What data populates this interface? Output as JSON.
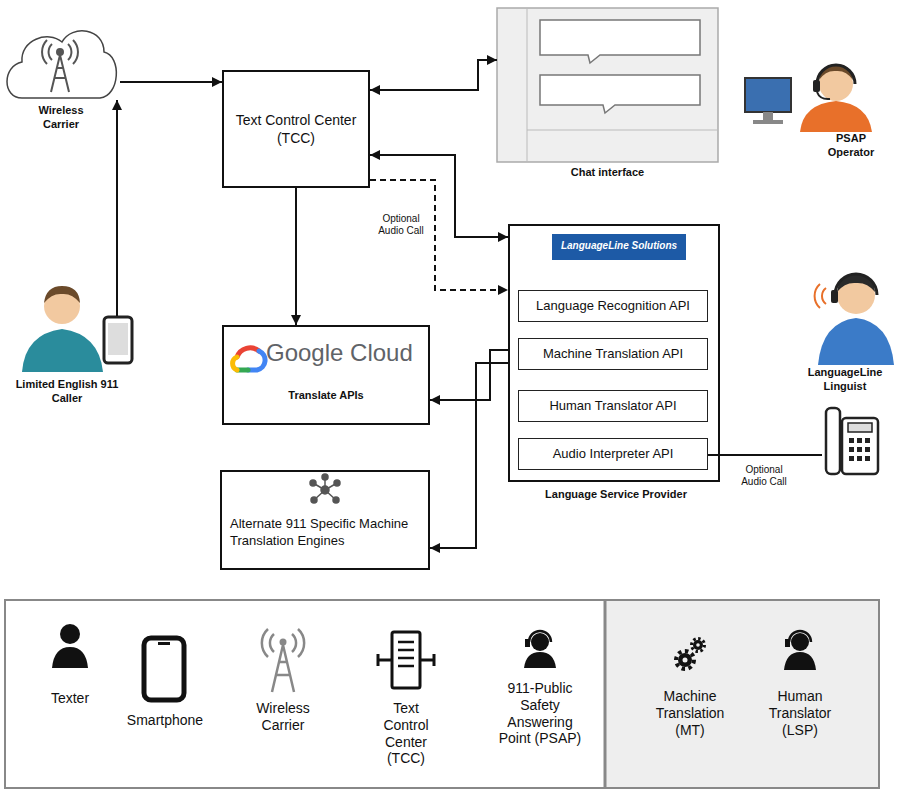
{
  "diagram": {
    "nodes": [
      {
        "text": [
          "Wireless Carrier"
        ]
      },
      {
        "text": [
          "Text Control Center (TCC)"
        ]
      },
      {
        "text": [
          "Chat interface"
        ]
      },
      {
        "text": [
          "PSAP Operator"
        ]
      },
      {
        "text": [
          "LanguageLine Solutions",
          "Language Service Provider"
        ]
      },
      {
        "text": [
          "Language Recognition API"
        ],
        "in": 4
      },
      {
        "text": [
          "Machine Translation API"
        ],
        "in": 4
      },
      {
        "text": [
          "Human Translator API"
        ],
        "in": 4
      },
      {
        "text": [
          "Audio Interpreter API"
        ],
        "in": 4
      },
      {
        "text": [
          "Limited English 911 Caller"
        ]
      },
      {
        "text": [
          "Google Cloud",
          "Translate APIs"
        ]
      },
      {
        "text": [
          "LanguageLine Linguist"
        ]
      },
      {
        "text": [
          "Alternate 911 Specific Machine Translation Engines"
        ]
      }
    ],
    "edges": [
      {
        "from": 9,
        "to": 0,
        "arrow": "to"
      },
      {
        "from": 0,
        "to": 1,
        "arrow": "to"
      },
      {
        "from": 1,
        "to": 2,
        "arrow": "both"
      },
      {
        "from": 1,
        "to": 4,
        "arrow": "both"
      },
      {
        "from": 1,
        "to": 4,
        "arrow": "to",
        "label": "Optional Audio Call"
      },
      {
        "from": 1,
        "to": 10,
        "arrow": "to"
      },
      {
        "from": 4,
        "to": 10,
        "arrow": "to"
      },
      {
        "from": 4,
        "to": 12,
        "arrow": "to"
      },
      {
        "from": 8,
        "to": 11,
        "arrow": "none",
        "label": "Optional Audio Call"
      }
    ],
    "legend": [
      {
        "text": "Texter"
      },
      {
        "text": "Smartphone"
      },
      {
        "text": "Wireless Carrier"
      },
      {
        "text": "Text Control Center (TCC)"
      },
      {
        "text": "911-Public Safety Answering Point (PSAP)"
      },
      {
        "text": "Machine Translation (MT)"
      },
      {
        "text": "Human Translator (LSP)"
      }
    ]
  }
}
